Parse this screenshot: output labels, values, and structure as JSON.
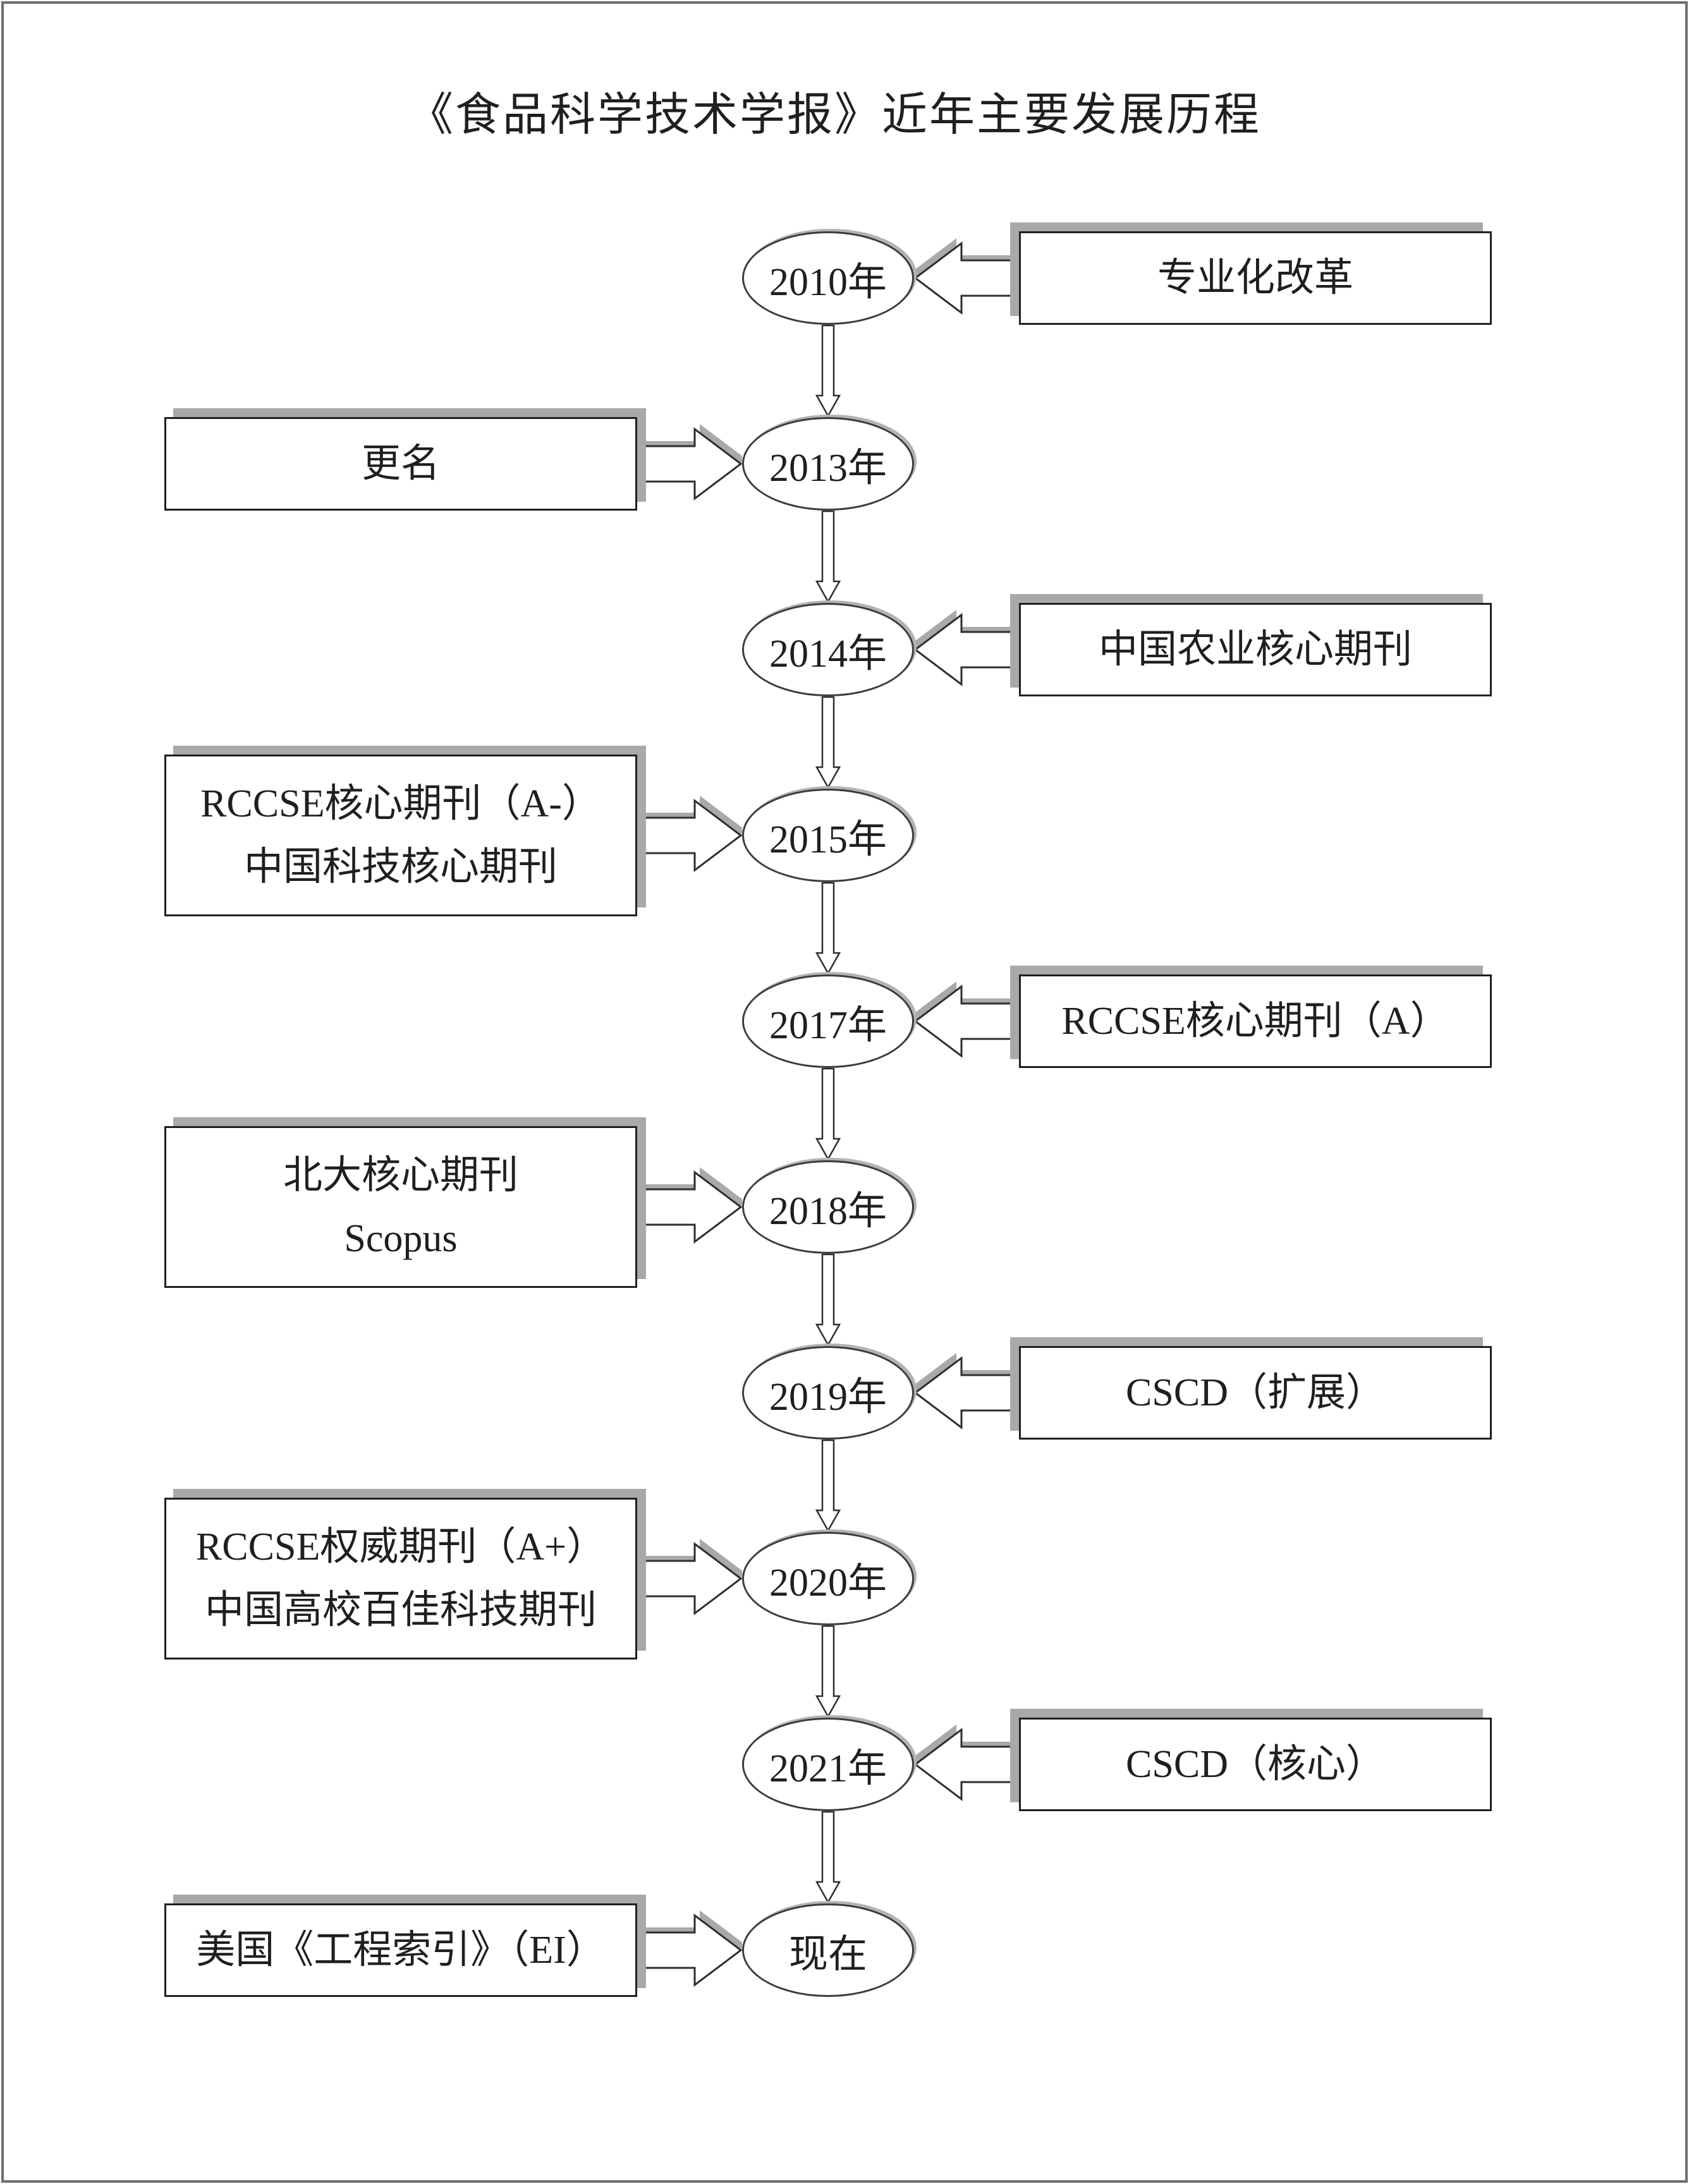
{
  "page": {
    "title": "《食品科学技术学报》近年主要发展历程"
  },
  "colors": {
    "ink": "#1f1f1f",
    "shadow_gray": "#a9a9a9",
    "background": "#ffffff"
  },
  "timeline": {
    "rows": [
      {
        "year": "2010年",
        "side": "right",
        "box_line1": "专业化改革"
      },
      {
        "year": "2013年",
        "side": "left",
        "box_line1": "更名"
      },
      {
        "year": "2014年",
        "side": "right",
        "box_line1": "中国农业核心期刊"
      },
      {
        "year": "2015年",
        "side": "left",
        "box_line1": "RCCSE核心期刊（A-）",
        "box_line2": "中国科技核心期刊"
      },
      {
        "year": "2017年",
        "side": "right",
        "box_line1": "RCCSE核心期刊（A）"
      },
      {
        "year": "2018年",
        "side": "left",
        "box_line1": "北大核心期刊",
        "box_line2": "Scopus"
      },
      {
        "year": "2019年",
        "side": "right",
        "box_line1": "CSCD（扩展）"
      },
      {
        "year": "2020年",
        "side": "left",
        "box_line1": "RCCSE权威期刊（A+）",
        "box_line2": "中国高校百佳科技期刊"
      },
      {
        "year": "2021年",
        "side": "right",
        "box_line1": "CSCD（核心）"
      },
      {
        "year": "现在",
        "side": "left",
        "box_line1": "美国《工程索引》（EI）"
      }
    ]
  }
}
